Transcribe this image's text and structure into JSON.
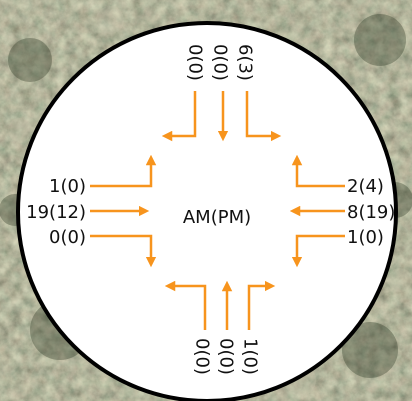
{
  "center_label": "AM(PM)",
  "colors": {
    "arrow": "#f7941d",
    "circle_fill": "#ffffff",
    "circle_stroke": "#000000",
    "text": "#111111"
  },
  "approaches": {
    "north": {
      "left": "0(0)",
      "through": "0(0)",
      "right": "6(3)"
    },
    "west": {
      "left": "1(0)",
      "through": "19(12)",
      "right": "0(0)"
    },
    "east": {
      "left": "2(4)",
      "through": "8(19)",
      "right": "1(0)"
    },
    "south": {
      "left": "0(0)",
      "through": "0(0)",
      "right": "1(0)"
    }
  },
  "background": {
    "type": "aerial-photo"
  }
}
